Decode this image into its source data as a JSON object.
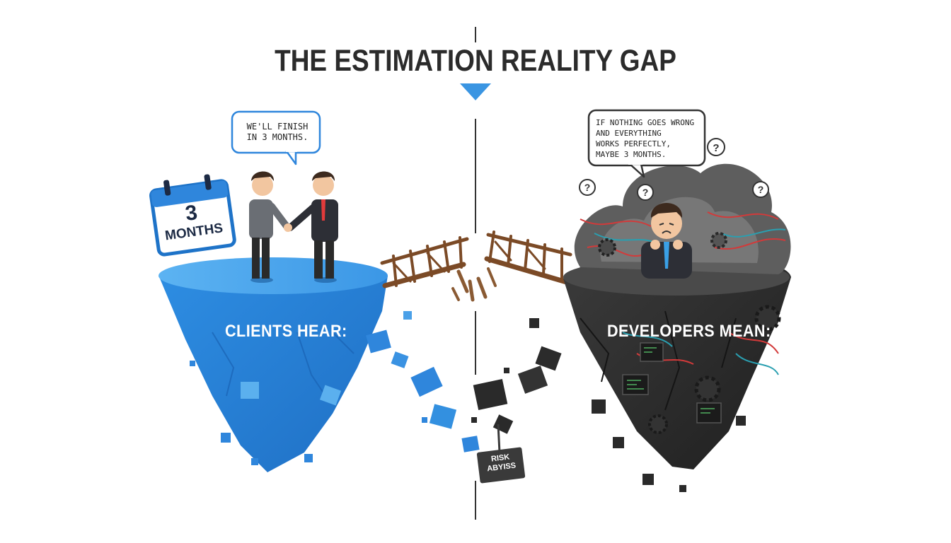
{
  "title": "THE ESTIMATION REALITY GAP",
  "left": {
    "bubble": [
      "WE'LL FINISH",
      "IN 3 MONTHS."
    ],
    "calendar_number": "3",
    "calendar_unit": "MONTHS",
    "label": "CLIENTS HEAR:"
  },
  "right": {
    "bubble": [
      "IF NOTHING GOES WRONG",
      "AND EVERYTHING",
      "WORKS PERFECTLY,",
      "MAYBE 3 MONTHS."
    ],
    "label": "DEVELOPERS MEAN:"
  },
  "sign": [
    "RISK",
    "ABYISS"
  ],
  "colors": {
    "blue": "#2f86dc",
    "dark": "#2e2e2e",
    "title": "#2b2b2b",
    "bridge": "#8a5a33"
  }
}
